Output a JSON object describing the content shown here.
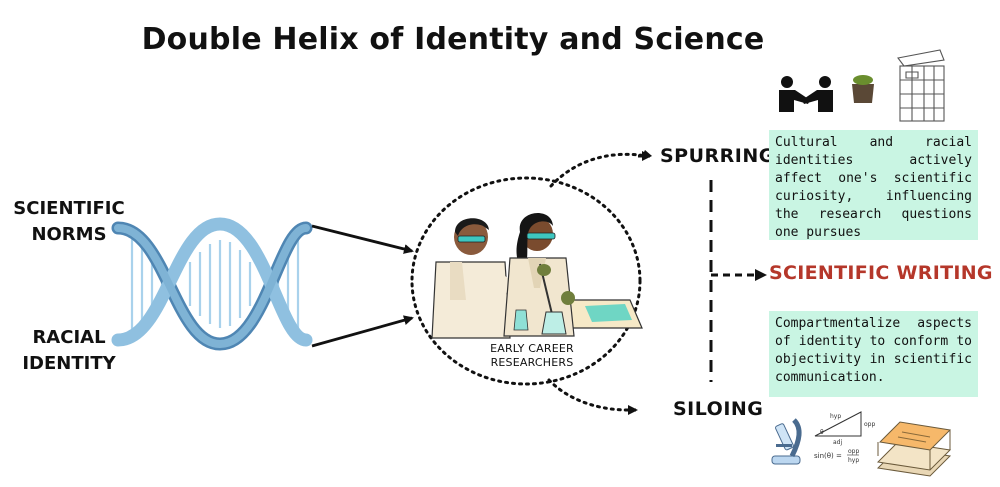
{
  "title": "Double Helix of Identity and Science",
  "inputs": {
    "scientific_norms": "SCIENTIFIC\nNORMS",
    "racial_identity": "RACIAL\nIDENTITY"
  },
  "center": {
    "caption": "EARLY CAREER\nRESEARCHERS"
  },
  "branches": {
    "spurring": {
      "label": "SPURRING",
      "description": "Cultural and racial identities actively affect one's scientific curiosity, influencing the research questions one pursues"
    },
    "siloing": {
      "label": "SILOING",
      "description": "Compartmentalize aspects of identity to conform to objectivity in scientific communication."
    },
    "output": {
      "label": "SCIENTIFIC WRITING"
    }
  },
  "illustration_text": {
    "hyp": "hyp",
    "opp": "opp",
    "adj": "adj",
    "theta": "θ",
    "formula_left": "sin(θ) =",
    "formula_num": "opp",
    "formula_den": "hyp"
  },
  "colors": {
    "box_fill": "#c9f5e3",
    "output_text": "#b5372a",
    "helix": "#7fb3d5",
    "helix_dark": "#4f86b3"
  },
  "icons": [
    "dna-helix-icon",
    "scientists-illustration",
    "handshake-icon",
    "plant-pot-icon",
    "building-icon",
    "microscope-icon",
    "trig-formula-icon",
    "paper-stack-icon"
  ]
}
